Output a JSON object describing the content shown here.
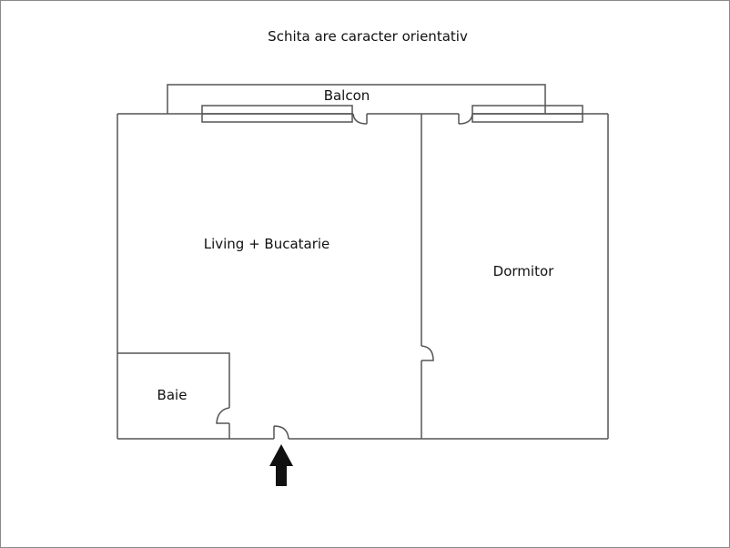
{
  "title": "Schita are caracter orientativ",
  "rooms": {
    "balcony": "Balcon",
    "living": "Living + Bucatarie",
    "bedroom": "Dormitor",
    "bathroom": "Baie"
  },
  "entrance_icon": "arrow-up-icon",
  "colors": {
    "wall": "#555555",
    "arrow": "#111111",
    "frame": "#8a8a8a"
  }
}
